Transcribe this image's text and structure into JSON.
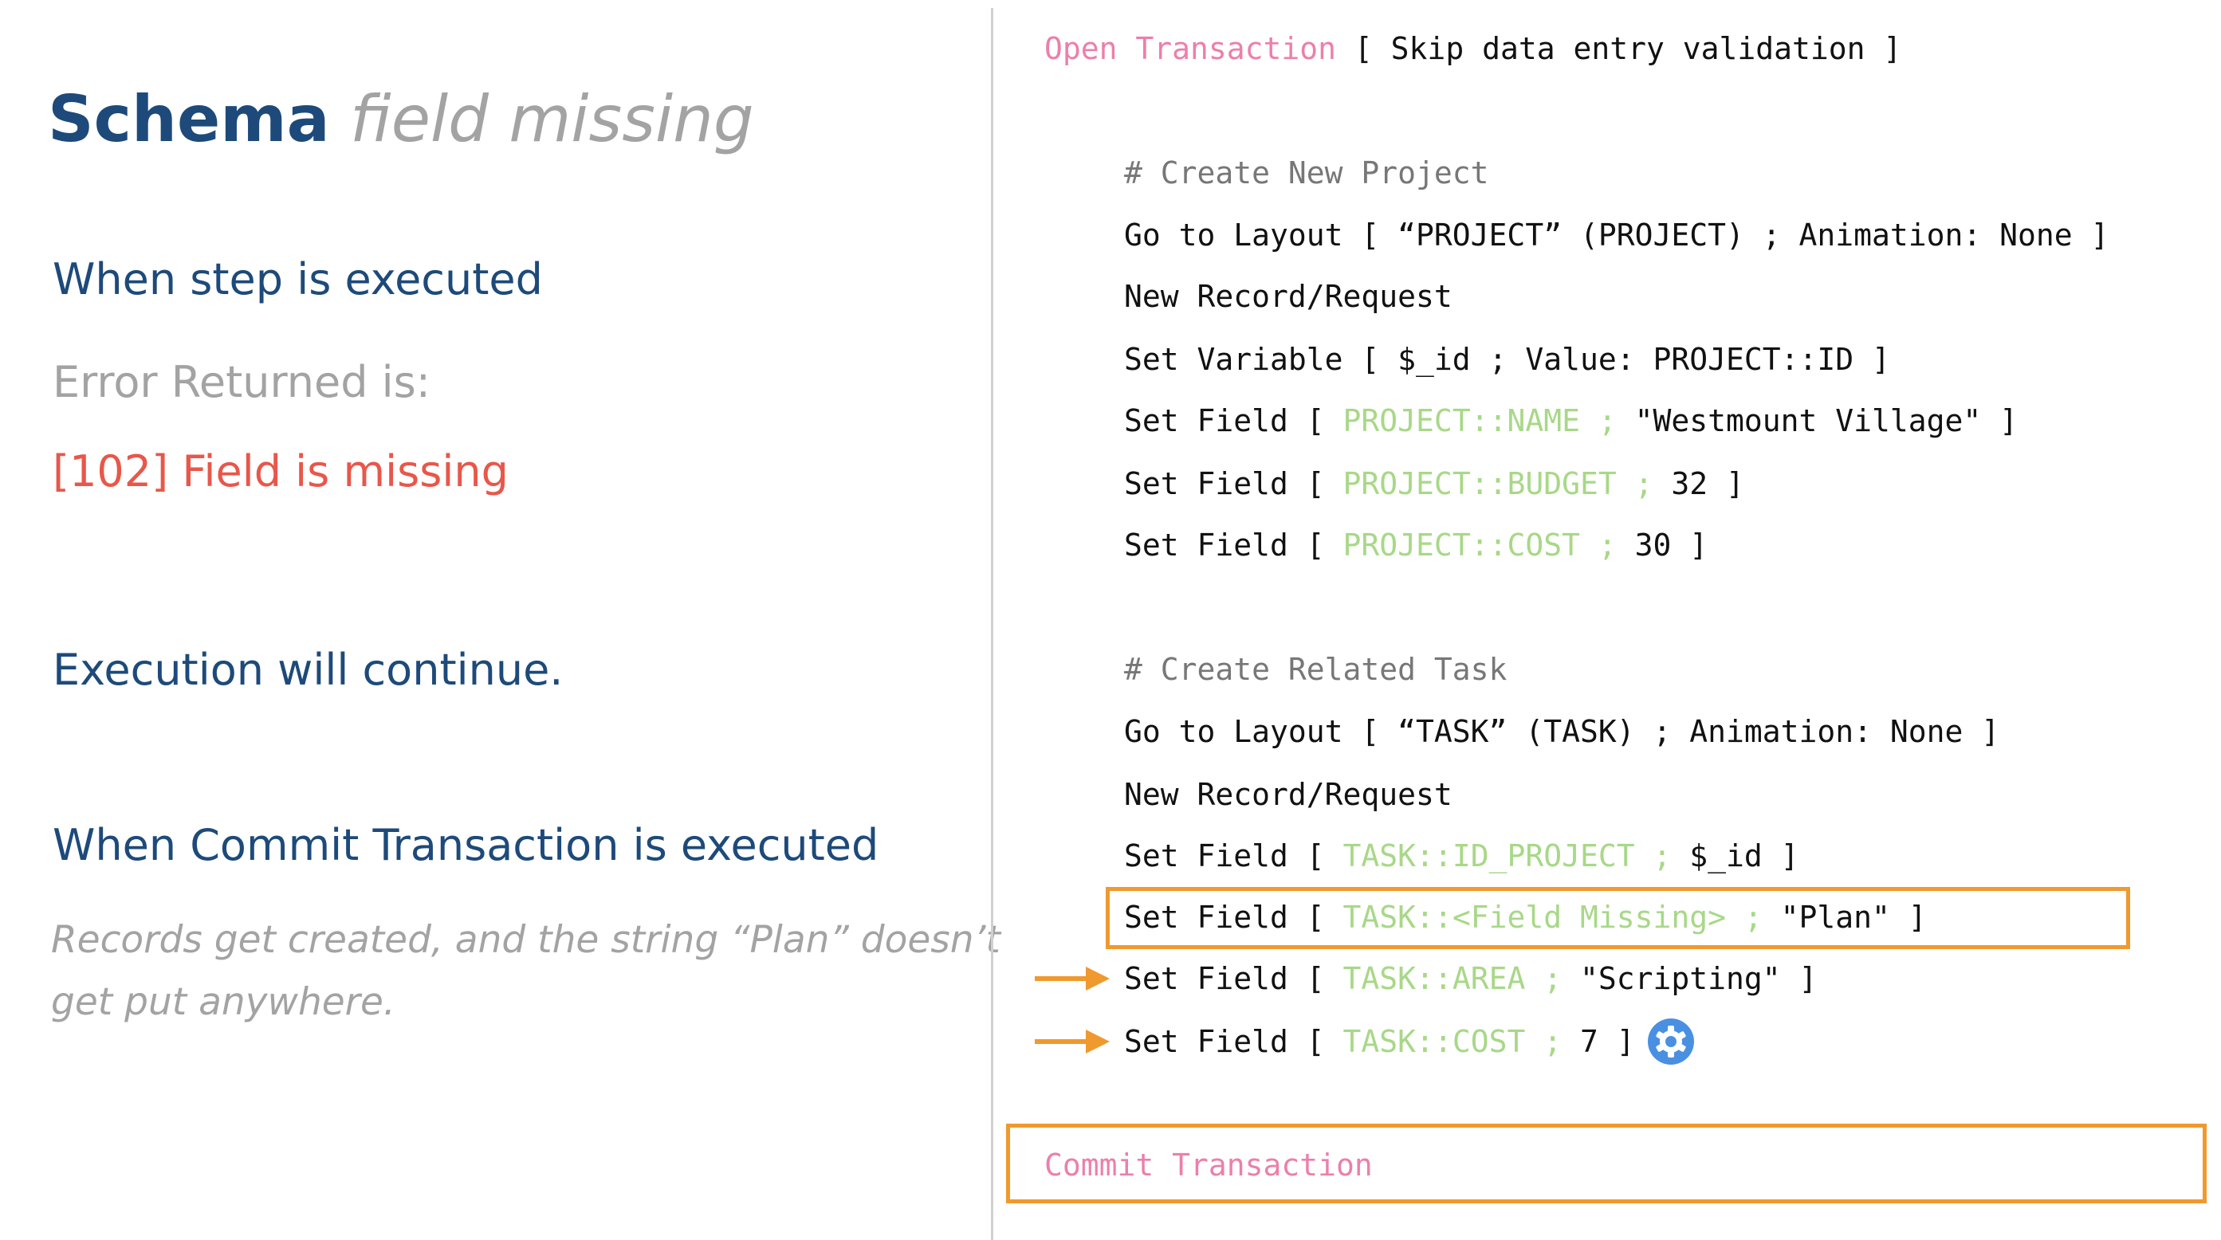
{
  "left": {
    "title_bold": "Schema",
    "title_italic": "field missing",
    "when_step": "When step is executed",
    "error_label": "Error Returned is:",
    "error_value": "[102] Field is missing",
    "continue": "Execution will continue.",
    "when_commit": "When Commit Transaction is executed",
    "note_line1": "Records get created, and the string “Plan” doesn’t",
    "note_line2": "get put anywhere."
  },
  "code": {
    "open": {
      "kw": "Open Transaction",
      "rest": " [ Skip data entry validation ]"
    },
    "comment1": "# Create New Project",
    "l1": "Go to Layout [ “PROJECT” (PROJECT) ; Animation: None ]",
    "l2": "New Record/Request",
    "l3": "Set Variable [ $_id ; Value: PROJECT::ID ]",
    "l4": {
      "pre": "Set Field [ ",
      "field": "PROJECT::NAME ; ",
      "val": "\"Westmount Village\" ]"
    },
    "l5": {
      "pre": "Set Field [ ",
      "field": "PROJECT::BUDGET ; ",
      "val": "32 ]"
    },
    "l6": {
      "pre": "Set Field [ ",
      "field": "PROJECT::COST ; ",
      "val": "30 ]"
    },
    "comment2": "# Create Related Task",
    "l7": "Go to Layout [ “TASK” (TASK) ; Animation: None ]",
    "l8": "New Record/Request",
    "l9": {
      "pre": "Set Field [ ",
      "field": "TASK::ID_PROJECT ; ",
      "val": "$_id ]"
    },
    "l10": {
      "pre": "Set Field [ ",
      "field": "TASK::<Field Missing> ; ",
      "val": "\"Plan\" ]"
    },
    "l11": {
      "pre": "Set Field [ ",
      "field": "TASK::AREA ; ",
      "val": "\"Scripting\" ]"
    },
    "l12": {
      "pre": "Set Field [ ",
      "field": "TASK::COST ; ",
      "val": "7 ]"
    },
    "commit": "Commit Transaction"
  },
  "icons": {
    "arrow": "arrow-right-icon",
    "gear": "gear-icon"
  },
  "colors": {
    "navy": "#1d4a7a",
    "gray": "#a3a3a3",
    "error": "#e8574a",
    "keyword": "#ec7fab",
    "field": "#a8d888",
    "highlight": "#f0992e",
    "gear": "#4a90e2"
  }
}
